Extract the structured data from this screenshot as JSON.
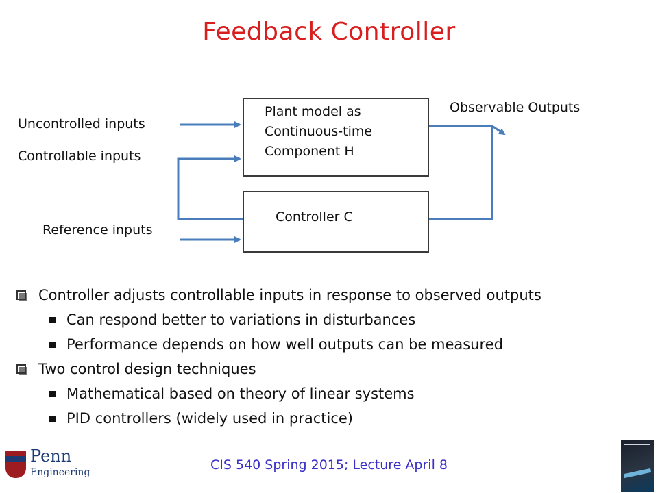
{
  "slide": {
    "title": "Feedback Controller",
    "footer": "CIS 540 Spring 2015; Lecture April 8"
  },
  "diagram": {
    "labels": {
      "uncontrolled_inputs": "Uncontrolled inputs",
      "controllable_inputs": "Controllable inputs",
      "reference_inputs": "Reference inputs",
      "observable_outputs": "Observable Outputs"
    },
    "plant_box": {
      "line1": "Plant model as",
      "line2": "Continuous-time",
      "line3": "Component H"
    },
    "controller_box": {
      "label": "Controller C"
    },
    "arrow_color": "#4a7ebb"
  },
  "bullets": [
    {
      "text": "Controller adjusts controllable inputs in response to observed outputs",
      "sub": [
        "Can respond better to variations in disturbances",
        "Performance depends on how well outputs can be measured"
      ]
    },
    {
      "text": "Two control design techniques",
      "sub": [
        "Mathematical based on theory of linear systems",
        "PID controllers (widely used in practice)"
      ]
    }
  ],
  "logo": {
    "name": "Penn",
    "subtitle": "Engineering"
  },
  "colors": {
    "title": "#d81e1e",
    "footer": "#3a2fc8"
  }
}
